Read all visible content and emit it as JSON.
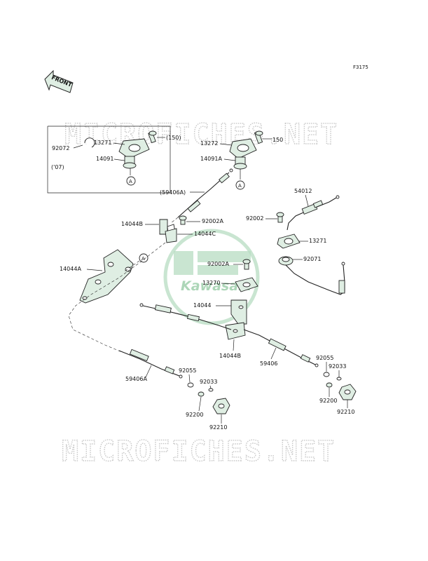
{
  "figure_code": "F3175",
  "front_label": "FRONT",
  "logo": {
    "text": "Kawasaki",
    "color": "#b7dcc1"
  },
  "watermark": {
    "top": "MICROFICHES.NET",
    "bottom": "MICROFICHES.NET"
  },
  "callouts": {
    "A": "A",
    "year_note": "('07)"
  },
  "parts": {
    "p92072": "92072",
    "p13271_left": "13271",
    "p150_left": "(150)",
    "p14091": "14091",
    "p13272": "13272",
    "p150_right": "150",
    "p14091A": "14091A",
    "p59406A_paren": "(59406A)",
    "p54012": "54012",
    "p92002": "92002",
    "p13271_right": "13271",
    "p92071": "92071",
    "p14044B_top": "14044B",
    "p92002A_top": "92002A",
    "p14044C": "14044C",
    "p14044A": "14044A",
    "p92002A_mid": "92002A",
    "p13270": "13270",
    "p14044": "14044",
    "p14044B_bottom": "14044B",
    "p59406": "59406",
    "p92055_right": "92055",
    "p92033_right": "92033",
    "p92200_right": "92200",
    "p92210_right": "92210",
    "p59406A": "59406A",
    "p92055_left": "92055",
    "p92033_left": "92033",
    "p92200_left": "92200",
    "p92210_left": "92210"
  }
}
